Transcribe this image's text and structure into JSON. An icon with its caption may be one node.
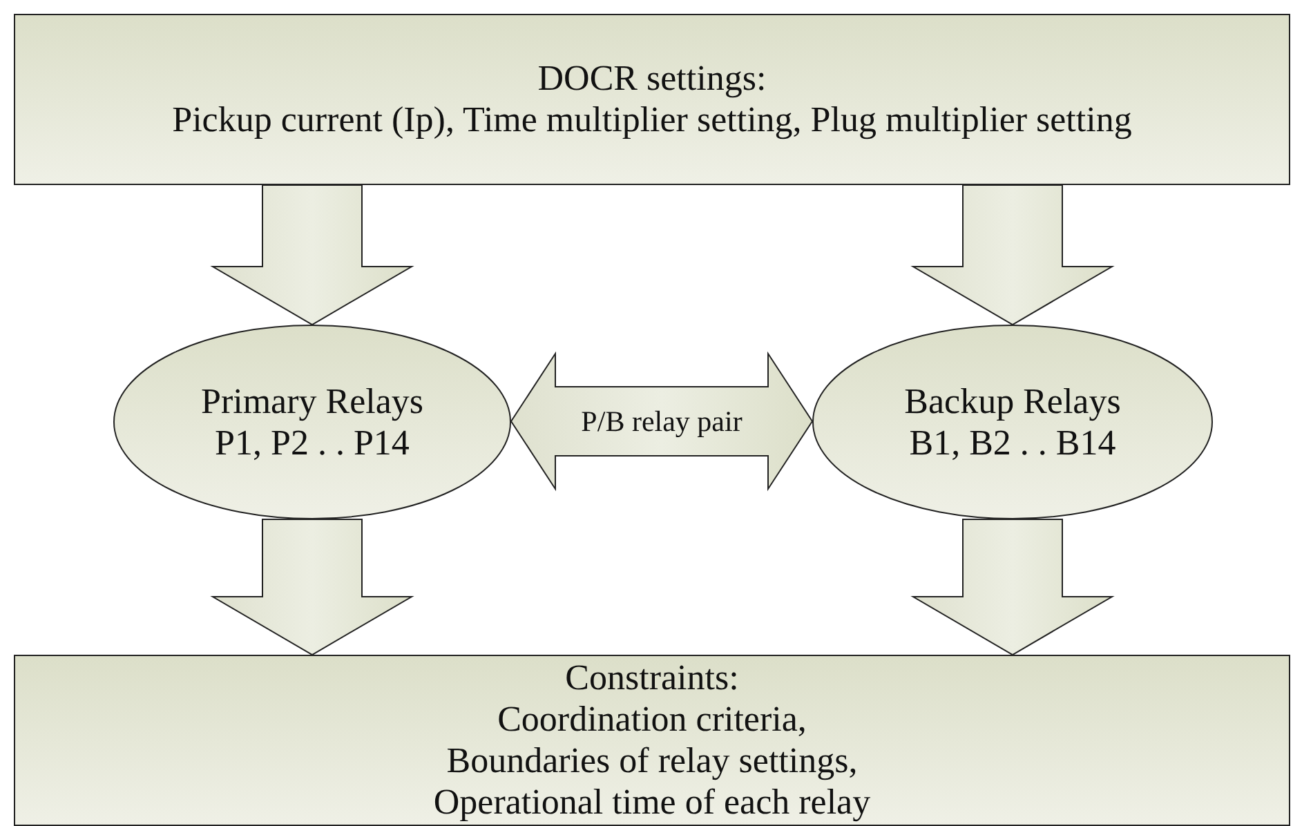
{
  "diagram": {
    "nodes": [
      {
        "text": [
          "DOCR settings:",
          "Pickup current (Ip), Time multiplier setting, Plug multiplier setting"
        ]
      },
      {
        "text": [
          "Primary Relays",
          "P1, P2 . . P14"
        ]
      },
      {
        "text": [
          "Backup Relays",
          "B1, B2 . . B14"
        ]
      },
      {
        "text": [
          "Constraints:",
          "Coordination criteria,",
          "Boundaries of relay settings,",
          "Operational time of each relay"
        ]
      }
    ],
    "edges": [
      {
        "from": 0,
        "to": 1,
        "arrow": "to"
      },
      {
        "from": 0,
        "to": 2,
        "arrow": "to"
      },
      {
        "from": 1,
        "to": 2,
        "arrow": "both",
        "label": "P/B relay pair"
      },
      {
        "from": 1,
        "to": 3,
        "arrow": "to"
      },
      {
        "from": 2,
        "to": 3,
        "arrow": "to"
      }
    ]
  }
}
